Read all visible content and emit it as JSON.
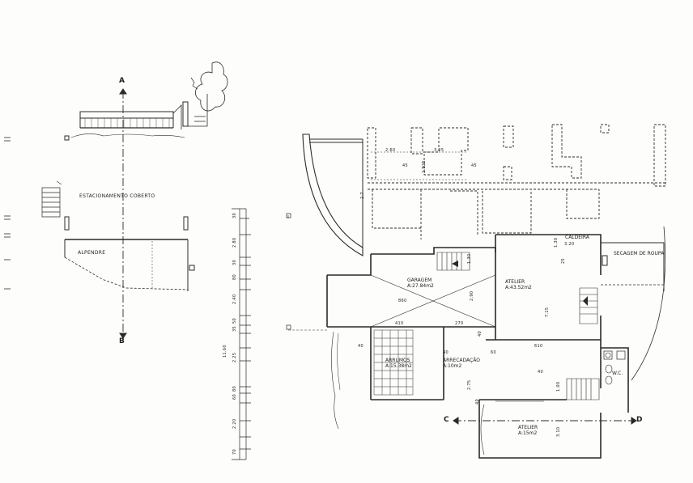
{
  "section_markers": {
    "a": "A",
    "b": "B",
    "c": "C",
    "d": "D"
  },
  "site_labels": {
    "parking": "ESTACIONAMENTO COBERTO",
    "porch": "ALPENDRE"
  },
  "rooms": {
    "garage": {
      "name": "GARAGEM",
      "area": "A:27.84m2"
    },
    "atelier_main": {
      "name": "ATELIER",
      "area": "A:43.52m2"
    },
    "boiler": {
      "name": "CALDEIRA"
    },
    "laundry": {
      "name": "SECAGEM DE ROUPA"
    },
    "storage": {
      "name": "ARRUMOS",
      "area": "A:15.38m2"
    },
    "pantry": {
      "name": "ARRECADAÇÃO",
      "area": "A:10m2"
    },
    "wc": {
      "name": "W.C."
    },
    "atelier_small": {
      "name": "ATELIER",
      "area": "A:15m2"
    }
  },
  "dimensions": {
    "top": [
      "2.60",
      "3.25",
      "45",
      "2.925",
      "45"
    ],
    "plan": [
      "1.30",
      "3.20",
      "25",
      "2.90",
      "860",
      "1.30",
      "7.15",
      "610",
      "40",
      "40",
      "410",
      "270",
      "40",
      "40",
      "60",
      "2.75",
      "1.00",
      "40",
      "3.10",
      "2.7"
    ],
    "left_chain": [
      "30",
      "2.80",
      "30",
      "80",
      "2.40",
      "35",
      "50",
      "2.25",
      "60",
      "80",
      "2.20",
      "70"
    ],
    "left_total": "11.60"
  },
  "colors": {
    "ink": "#2a2a2a",
    "paper": "#fdfdfb",
    "hatch": "#555555"
  }
}
